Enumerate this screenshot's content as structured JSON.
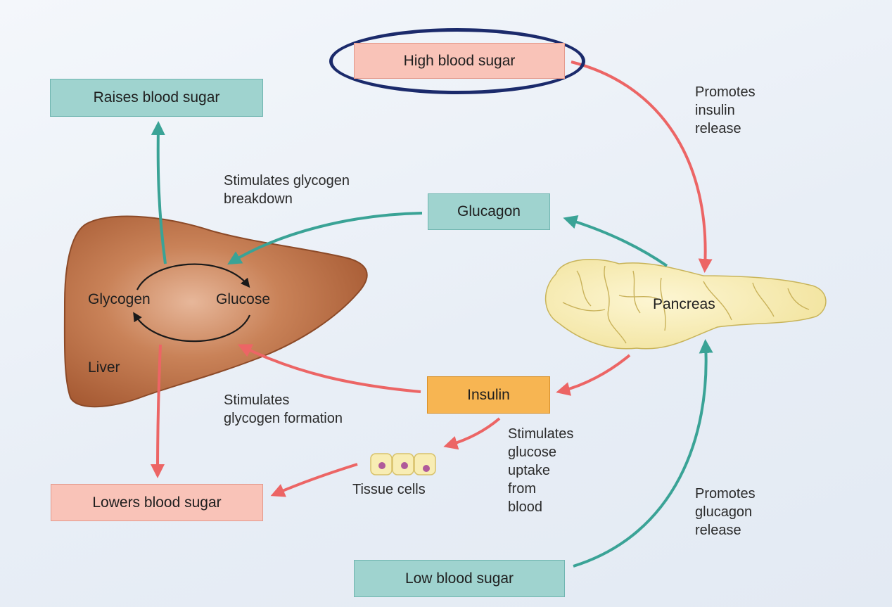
{
  "boxes": {
    "high_blood_sugar": "High blood sugar",
    "raises_blood_sugar": "Raises blood sugar",
    "glucagon": "Glucagon",
    "insulin": "Insulin",
    "lowers_blood_sugar": "Lowers blood sugar",
    "low_blood_sugar": "Low blood sugar"
  },
  "organs": {
    "liver": "Liver",
    "glycogen": "Glycogen",
    "glucose": "Glucose",
    "pancreas": "Pancreas",
    "tissue_cells": "Tissue cells"
  },
  "annotations": {
    "promotes_insulin": "Promotes\ninsulin\nrelease",
    "stimulates_breakdown": "Stimulates glycogen\nbreakdown",
    "stimulates_formation": "Stimulates\nglycogen formation",
    "stimulates_uptake": "Stimulates\nglucose\nuptake\nfrom\nblood",
    "promotes_glucagon": "Promotes\nglucagon\nrelease"
  },
  "colors": {
    "teal_arrow": "#3aa396",
    "red_arrow": "#ec6565",
    "liver": "#b8683f",
    "pancreas": "#f8ecb0",
    "highlight": "#1b2a6b"
  }
}
